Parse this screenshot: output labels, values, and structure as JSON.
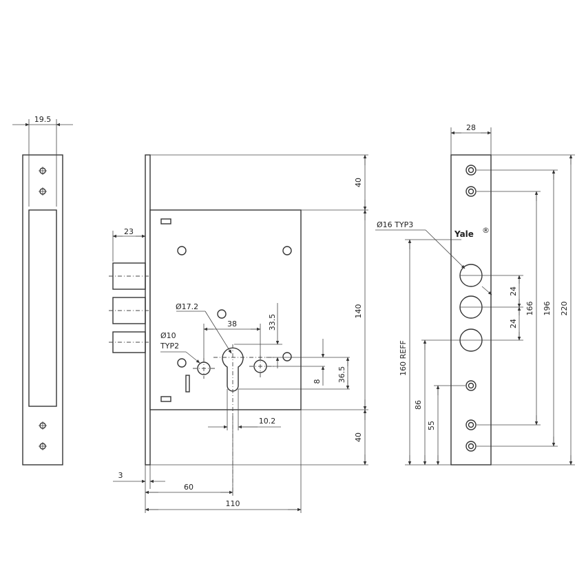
{
  "dimensions": {
    "side_width": "19.5",
    "bolt_projection": "23",
    "cylinder_dia": "Ø17.2",
    "cylinder_spacing": "38",
    "hole_dia": "Ø10",
    "hole_type": "TYP2",
    "cyl_height_to_hole": "33.5",
    "cyl_offset": "8",
    "cyl_to_bottom": "36.5",
    "cyl_slot_width": "10.2",
    "top_margin": "40",
    "body_height": "140",
    "bottom_margin": "40",
    "faceplate_thickness": "3",
    "backset": "60",
    "body_depth": "110",
    "strike_width": "28",
    "strike_hole_dia": "Ø16 TYP3",
    "hole_spacing_1": "24",
    "hole_spacing_2": "24",
    "dist_166": "166",
    "dist_196": "196",
    "dist_220": "220",
    "ref_160": "160 REFF",
    "dist_86": "86",
    "dist_55": "55"
  },
  "brand": "Yale",
  "brand_mark": "®"
}
